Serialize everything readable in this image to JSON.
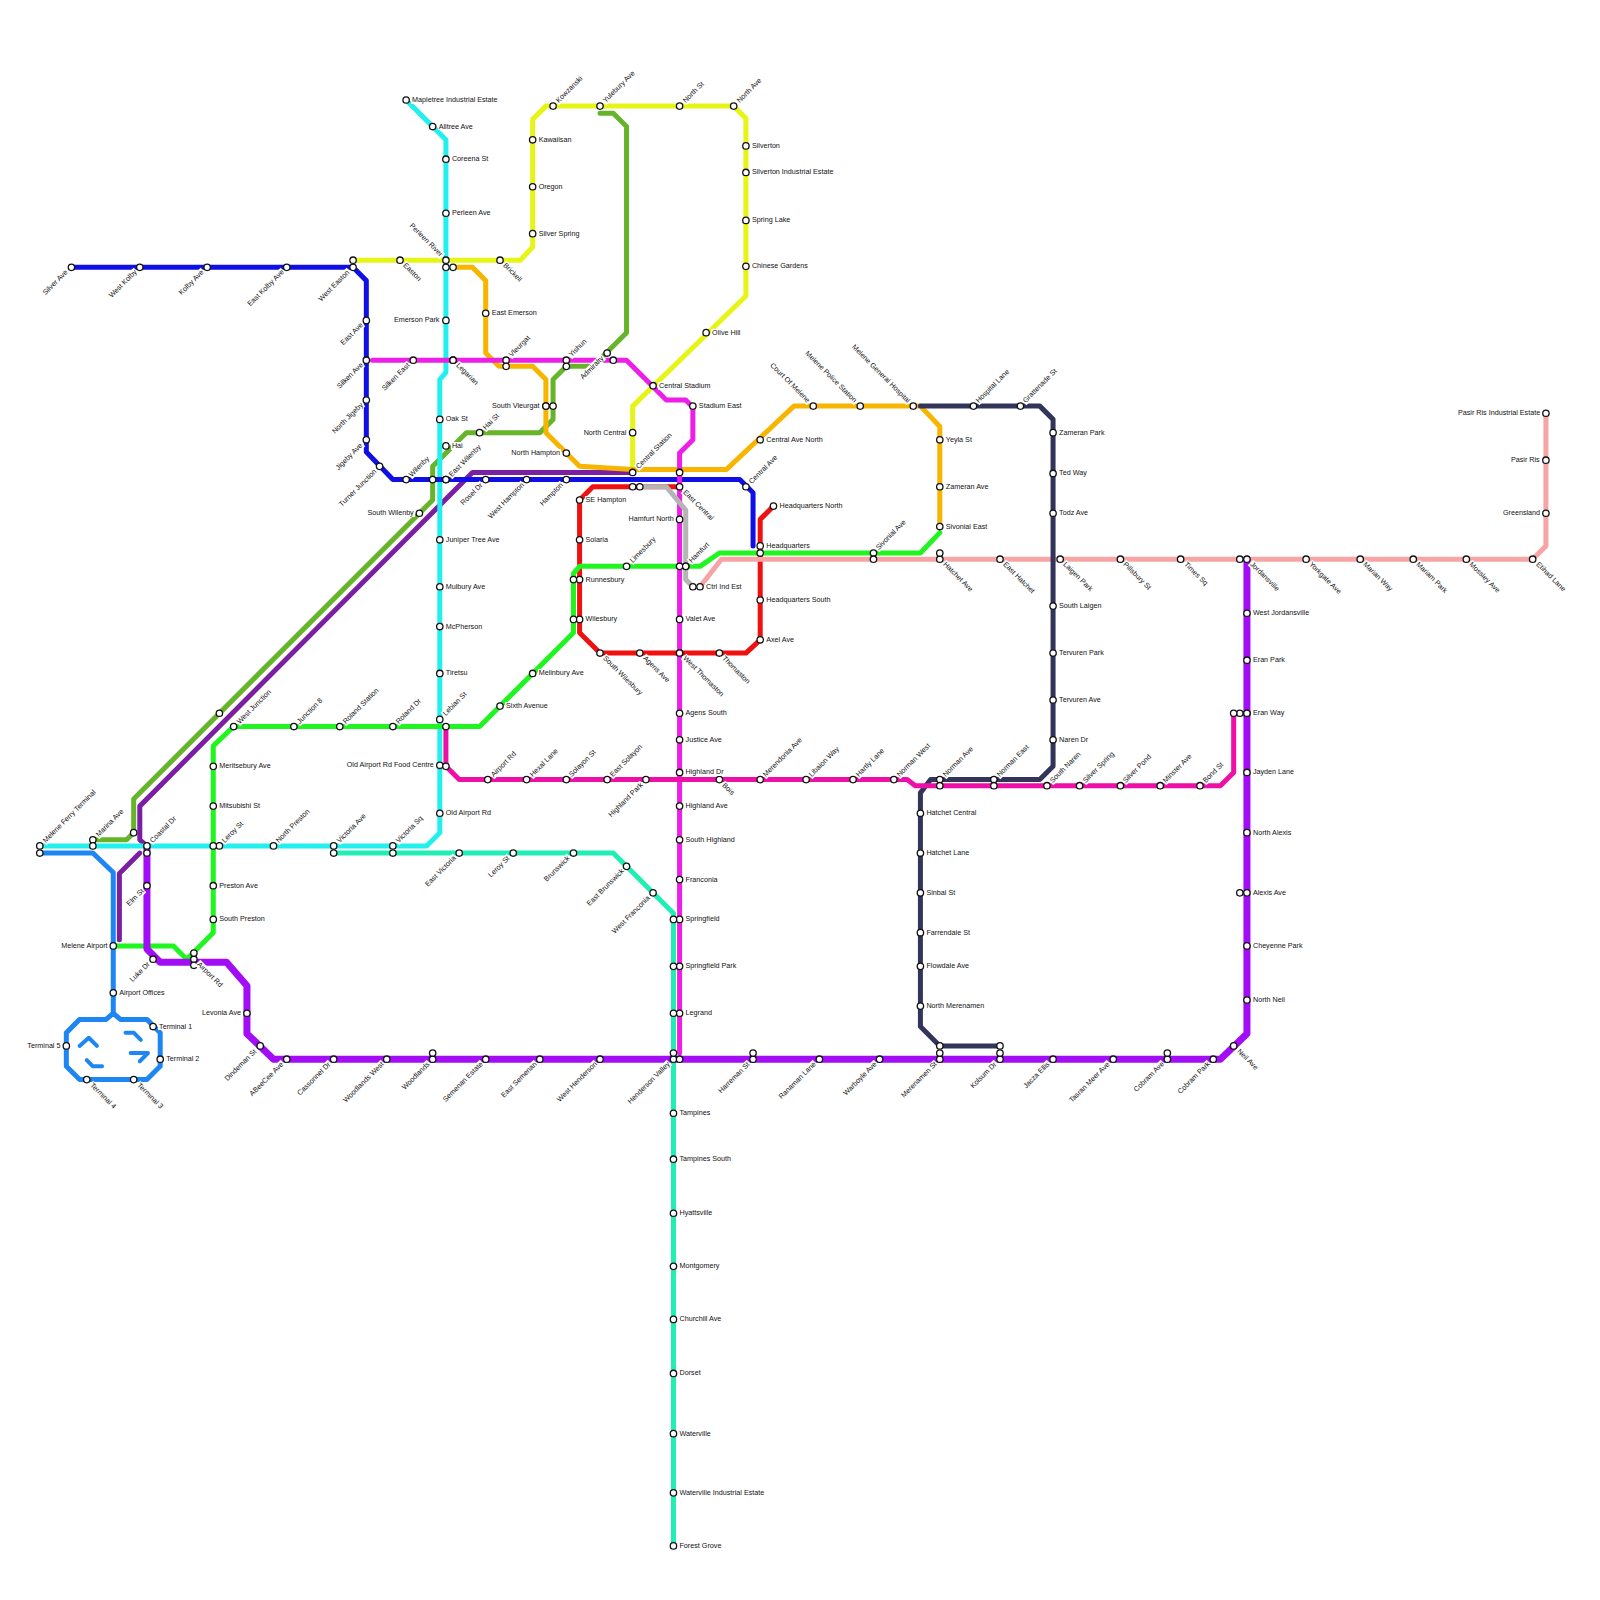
{
  "diagram": {
    "labels": [
      "Silver Ave",
      "West Kolby",
      "Kolby Ave",
      "East Kolby Ave",
      "West Easton",
      "East Ave",
      "Silken Ave",
      "North Jigeby",
      "Jigeby Ave",
      "Turner Junction",
      "Wilenby",
      "East Wilenby",
      "Rosel Dr",
      "West Hampton",
      "Hampton",
      "Central Station",
      "Central Ave",
      "Headquarters",
      "Easton",
      "Perleen River",
      "Brickell",
      "Silver Spring",
      "Oregon",
      "Kawaiisan",
      "Kowzanski",
      "Yulebury Ave",
      "North St",
      "North Ave",
      "Silverton",
      "Silverton Industrial Estate",
      "Spring Lake",
      "Chinese Gardens",
      "Olive Hill",
      "Central Stadium",
      "North Central",
      "Mapletree Industrial Estate",
      "Alltree Ave",
      "Coreena St",
      "Perleen Ave",
      "Emerson Park",
      "Legarian",
      "Oak St",
      "Hai",
      "Juniper Tree Ave",
      "Mulbury Ave",
      "McPherson",
      "Tiretsu",
      "Lebian St",
      "Old Airport Rd Food Centre",
      "Old Airport Rd",
      "Victoria Sq",
      "Victoria Ave",
      "North Preston",
      "Leroy St",
      "Coastal Dr",
      "Marina Ave",
      "Melene Ferry Terminal",
      "East Emerson",
      "Vleurgat",
      "South Vleurgat",
      "North Hampton",
      "Central Ave North",
      "Court Of Melene",
      "Melene Police Station",
      "Melene General Hospital",
      "Yeyla St",
      "Zameran Ave",
      "Sivonial East",
      "Admiralty",
      "Yishun",
      "Hai St",
      "South Wilenby",
      "Silken East",
      "Stadium East",
      "East Central",
      "Hamfurt North",
      "Hamfurt",
      "Valet Ave",
      "West Thomaston",
      "Agens South",
      "Justice Ave",
      "Highland Dr",
      "Highland Ave",
      "South Highland",
      "Franconia",
      "Springfield",
      "Springfield Park",
      "Legrand",
      "Henderson Valley",
      "SE Hampton",
      "Solaria",
      "Runnesbury",
      "Wilesbury",
      "South Wilesbury",
      "Agens Ave",
      "Thomaston",
      "Axel Ave",
      "Headquarters South",
      "Headquarters North",
      "Ctrl Ind Est",
      "Melene Airport",
      "Airport Rd",
      "South Preston",
      "Preston Ave",
      "Mitsubishi St",
      "Meritsebury Ave",
      "West Junction",
      "Junction 8",
      "Roland Station",
      "Roland Dr",
      "Sixth Avenue",
      "Melinbury Ave",
      "Limesbury",
      "Sivonial Ave",
      "Hatchet Ave",
      "East Hatchet",
      "Laigen Park",
      "Pillsbury St",
      "Times Sq",
      "Jordansville",
      "Yorkgate Ave",
      "Marian Way",
      "Mariam Park",
      "Mossley Ave",
      "Etihad Lane",
      "Greensland",
      "Pasir Ris",
      "Pasir Ris Industrial Estate",
      "Hospital Lane",
      "Grattenade St",
      "Zameran Park",
      "Ted Way",
      "Todz Ave",
      "South Laigen",
      "Tervuren Park",
      "Tervuren Ave",
      "Naren Dr",
      "Norman East",
      "Norman Ave",
      "Hatchet Central",
      "Hatchet Lane",
      "Sinbal St",
      "Farrendale St",
      "Flowdale Ave",
      "North Merenamen",
      "Airport Rd",
      "Hexal Lane",
      "Solayon St",
      "East Solayon",
      "Highland Park",
      "Bois",
      "Merendonia Ave",
      "Libaion Way",
      "Hartly Lane",
      "Norman West",
      "South Naren",
      "Silver Spring",
      "Silver Pond",
      "Minster Ave",
      "Bond St",
      "West Jordansville",
      "Eran Park",
      "Eran Way",
      "Jayden Lane",
      "North Alexis",
      "Alexis Ave",
      "Cheyenne Park",
      "North Neil",
      "Neil Ave",
      "Cobram Park",
      "Cobram Ave",
      "Tasran Meer Ave",
      "Jacza Ellis",
      "Kolsum Dr",
      "Merenamen St",
      "Warboyle Ave",
      "Ranaman Lane",
      "Harreman St",
      "West Henderson",
      "East Semenan",
      "Semenan Estate",
      "Woodlands",
      "Woodlands West",
      "Cassonnel Dr",
      "ABeeCee Ave",
      "Dindeman St",
      "Levonia Ave",
      "Luke Dr",
      "Elm St",
      "Airport Offices",
      "Terminal 5",
      "Terminal 4",
      "Terminal 3",
      "Terminal 2",
      "Terminal 1",
      "East Victoria",
      "Leroy St",
      "Brunswick",
      "East Brunswick",
      "West Franconia",
      "Tampines",
      "Tampines South",
      "Hyattsville",
      "Montgomery",
      "Churchill Ave",
      "Dorset",
      "Waterville",
      "Waterville Industrial Estate",
      "Forest Grove"
    ]
  }
}
